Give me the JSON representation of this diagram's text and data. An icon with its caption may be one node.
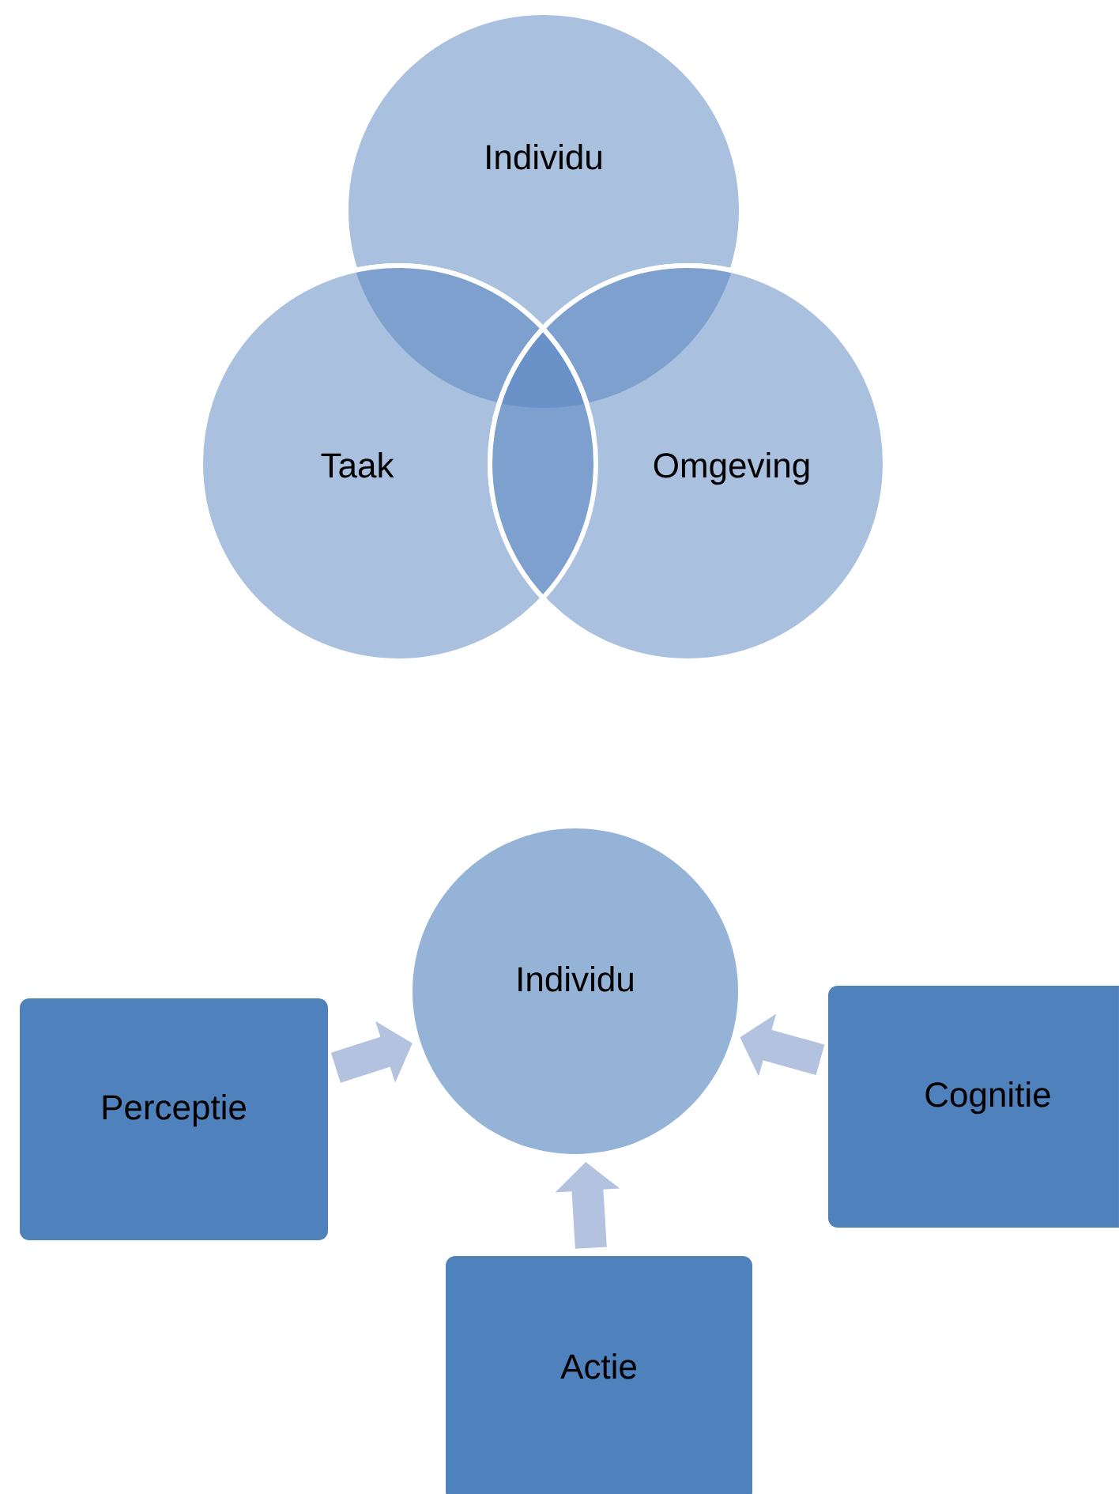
{
  "diagram": {
    "nodes": [
      {
        "text": [
          "Individu"
        ]
      },
      {
        "text": [
          "Taak"
        ]
      },
      {
        "text": [
          "Omgeving"
        ]
      },
      {
        "text": [
          "Individu"
        ]
      },
      {
        "text": [
          "Perceptie"
        ]
      },
      {
        "text": [
          "Cognitie"
        ]
      },
      {
        "text": [
          "Actie"
        ]
      }
    ],
    "edges": [
      {
        "from": 4,
        "to": 3,
        "arrow": "to"
      },
      {
        "from": 5,
        "to": 3,
        "arrow": "to"
      },
      {
        "from": 6,
        "to": 3,
        "arrow": "to"
      }
    ]
  }
}
